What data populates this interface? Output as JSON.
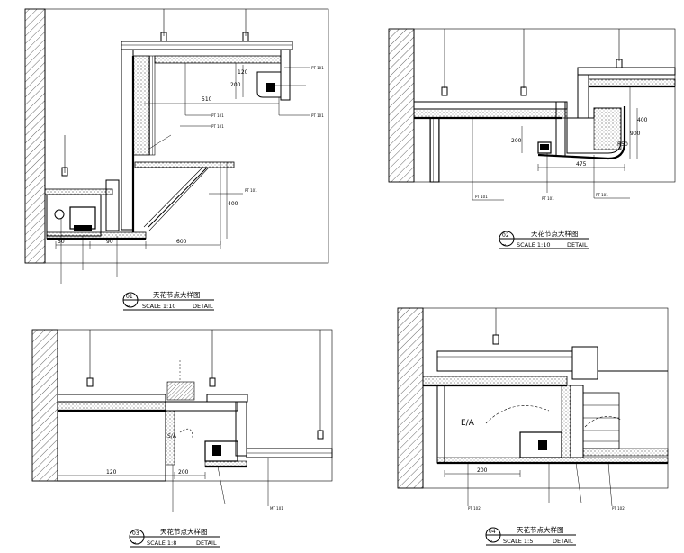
{
  "details": [
    {
      "num": "01",
      "sep": "--",
      "title": "天花节点大样图",
      "scale": "SCALE 1:10",
      "detail": "DETAIL",
      "tags": [
        "PT 101",
        "PT 101",
        "PT 101",
        "PT 101",
        "PT 101"
      ],
      "dims": [
        "50",
        "90",
        "400",
        "600",
        "510",
        "200",
        "120"
      ]
    },
    {
      "num": "02",
      "sep": "--",
      "title": "天花节点大样图",
      "scale": "SCALE 1:10",
      "detail": "DETAIL",
      "tags": [
        "PT 101",
        "PT 101",
        "PT 101"
      ],
      "dims": [
        "475",
        "400",
        "900",
        "200",
        "R50"
      ]
    },
    {
      "num": "03",
      "sep": "--",
      "title": "天花节点大样图",
      "scale": "SCALE 1:8",
      "detail": "DETAIL",
      "tags": [
        "MT 101"
      ],
      "dims": [
        "200",
        "120",
        "S/A"
      ]
    },
    {
      "num": "04",
      "sep": "--",
      "title": "天花节点大样图",
      "scale": "SCALE 1:5",
      "detail": "DETAIL",
      "tags": [
        "PT 102",
        "PT 102"
      ],
      "dims": [
        "200"
      ],
      "big_label": "E/A"
    }
  ]
}
